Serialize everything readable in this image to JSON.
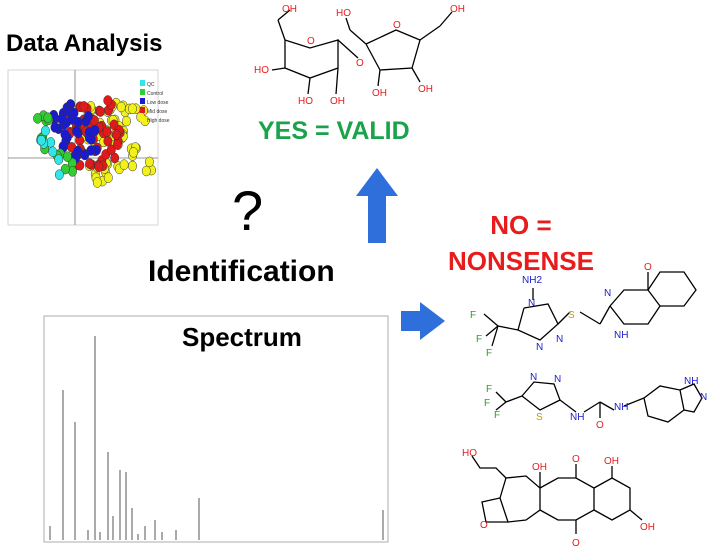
{
  "labels": {
    "data_analysis": "Data Analysis",
    "question_mark": "?",
    "identification": "Identification",
    "spectrum": "Spectrum",
    "yes_valid": "YES = VALID",
    "no_line1": "NO =",
    "no_line2": "NONSENSE"
  },
  "colors": {
    "yes": "#1aa34a",
    "no": "#e81c1c",
    "arrow": "#2e6fdc",
    "heteroatom_o": "#e81c1c",
    "heteroatom_n": "#1a1ad0",
    "heteroatom_s": "#b8a000",
    "heteroatom_f": "#2aa02a"
  },
  "scatter_legend": [
    "QC",
    "Control",
    "Low dose",
    "Mid dose",
    "High dose"
  ],
  "scatter_legend_colors": [
    "#33e6e6",
    "#33cc33",
    "#1a1ad0",
    "#e01a1a",
    "#f2f21a"
  ],
  "molecules": {
    "sucrose_atoms": [
      "OH",
      "HO",
      "HO",
      "OH",
      "OH",
      "O",
      "O",
      "O",
      "HO",
      "OH",
      "OH",
      "HO"
    ],
    "triazole_atoms": [
      "NH2",
      "N",
      "N",
      "N",
      "S",
      "F",
      "F",
      "F",
      "O",
      "N",
      "NH"
    ],
    "thiadiazole_atoms": [
      "N",
      "N",
      "S",
      "F",
      "F",
      "F",
      "NH",
      "O",
      "NH",
      "N",
      "NH"
    ],
    "anthraquinone_atoms": [
      "HO",
      "OH",
      "OH",
      "O",
      "O",
      "O",
      "OH"
    ]
  }
}
